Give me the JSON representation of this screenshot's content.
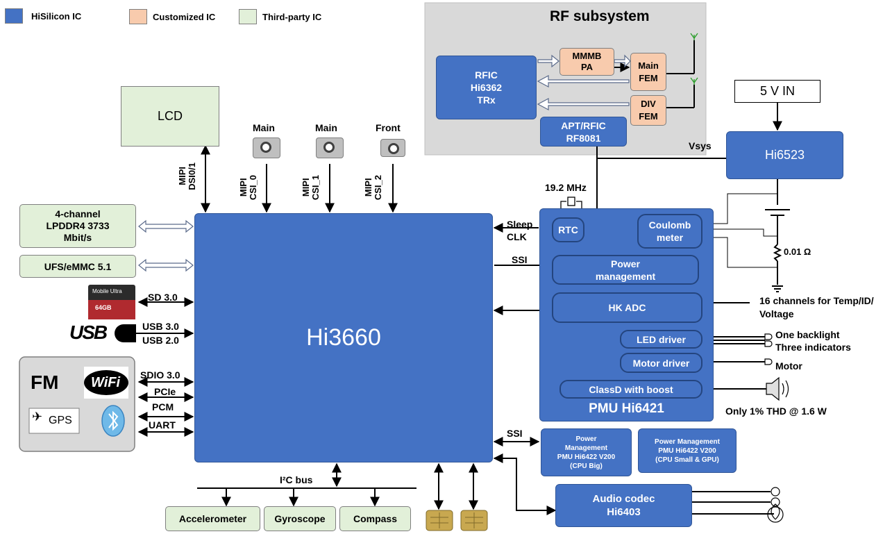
{
  "legend": [
    {
      "label": "HiSilicon IC",
      "color": "#4472c4"
    },
    {
      "label": "Customized IC",
      "color": "#f8cbad"
    },
    {
      "label": "Third-party IC",
      "color": "#e2f0d9"
    }
  ],
  "rf": {
    "title": "RF subsystem",
    "rfic": "RFIC\nHi6362\nTRx",
    "mmmb": "MMMB\nPA",
    "main_fem": "Main\nFEM",
    "div_fem": "DIV\nFEM",
    "apt": "APT/RFIC\nRF8081"
  },
  "power_in": {
    "label": "5 V IN",
    "vsys": "Vsys",
    "hi6523": "Hi6523",
    "resistor": "0.01 Ω"
  },
  "lcd": "LCD",
  "cameras": [
    {
      "label": "Main",
      "bus": "MIPI\nCSI_0"
    },
    {
      "label": "Main",
      "bus": "MIPI\nCSI_1"
    },
    {
      "label": "Front",
      "bus": "MIPI\nCSI_2"
    }
  ],
  "lcd_bus": "MIPI\nDSI0/1",
  "soc": "Hi3660",
  "left_blocks": {
    "lpddr": "4-channel\nLPDDR4 3733\nMbit/s",
    "ufs": "UFS/eMMC 5.1",
    "sd_card_text": "Mobile Ultra",
    "sd_card_size": "64GB",
    "usb_logo": "USB"
  },
  "interfaces": {
    "sd": "SD 3.0",
    "usb3": "USB 3.0",
    "usb2": "USB 2.0",
    "sdio": "SDIO 3.0",
    "pcie": "PCIe",
    "pcm": "PCM",
    "uart": "UART",
    "sleep_clk": "Sleep\nCLK",
    "ssi1": "SSI",
    "ssi2": "SSI",
    "i2c": "I²C bus"
  },
  "connectivity": {
    "fm": "FM",
    "wifi": "WiFi",
    "gps": "GPS"
  },
  "pmu": {
    "title": "PMU Hi6421",
    "crystal": "19.2 MHz",
    "rtc": "RTC",
    "coulomb": "Coulomb\nmeter",
    "power_mgmt": "Power\nmanagement",
    "hk_adc": "HK ADC",
    "led": "LED driver",
    "motor": "Motor driver",
    "classd": "ClassD with boost"
  },
  "outputs": {
    "adc_channels": "16 channels for Temp/ID/\nVoltage",
    "backlight": "One backlight",
    "indicators": "Three indicators",
    "motor": "Motor",
    "thd": "Only 1% THD @ 1.6 W"
  },
  "pm_big": "Power\nManagement\nPMU Hi6422 V200\n(CPU Big)",
  "pm_small": "Power Management\nPMU Hi6422 V200\n(CPU Small & GPU)",
  "audio": "Audio codec\nHi6403",
  "sensors": [
    "Accelerometer",
    "Gyroscope",
    "Compass"
  ]
}
